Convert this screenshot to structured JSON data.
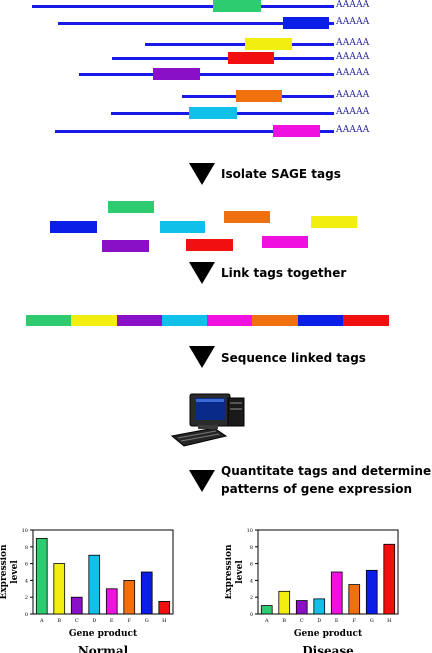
{
  "transcripts": {
    "polya": "AAAAA",
    "tags": [
      {
        "color": "#2ecc71",
        "name": "tag-green"
      },
      {
        "color": "#0a1ee8",
        "name": "tag-blue"
      },
      {
        "color": "#f2ee10",
        "name": "tag-yellow"
      },
      {
        "color": "#f01010",
        "name": "tag-red"
      },
      {
        "color": "#8a10c8",
        "name": "tag-purple"
      },
      {
        "color": "#f07010",
        "name": "tag-orange"
      },
      {
        "color": "#10c0e8",
        "name": "tag-cyan"
      },
      {
        "color": "#f010e0",
        "name": "tag-magenta"
      }
    ]
  },
  "steps": {
    "isolate": "Isolate SAGE tags",
    "link": "Link tags together",
    "sequence": "Sequence linked tags",
    "quantitate_line1": "Quantitate tags and determine",
    "quantitate_line2": "patterns of gene expression"
  },
  "chart_data": [
    {
      "type": "bar",
      "title": "Normal",
      "xlabel": "Gene product",
      "ylabel": "Expression level",
      "ylim": [
        0,
        10
      ],
      "yticks": [
        "0",
        "2",
        "4",
        "6",
        "8",
        "10"
      ],
      "categories": [
        "A",
        "B",
        "C",
        "D",
        "E",
        "F",
        "G",
        "H"
      ],
      "values": [
        9,
        6,
        2,
        7,
        3,
        4,
        5,
        1.5
      ],
      "colors": [
        "#2ecc71",
        "#f2ee10",
        "#8a10c8",
        "#10c0e8",
        "#f010e0",
        "#f07010",
        "#0a1ee8",
        "#f01010"
      ],
      "grid": false
    },
    {
      "type": "bar",
      "title": "Disease",
      "xlabel": "Gene product",
      "ylabel": "Expression level",
      "ylim": [
        0,
        10
      ],
      "yticks": [
        "0",
        "2",
        "4",
        "6",
        "8",
        "10"
      ],
      "categories": [
        "A",
        "B",
        "C",
        "D",
        "E",
        "F",
        "G",
        "H"
      ],
      "values": [
        1,
        2.7,
        1.6,
        1.8,
        5,
        3.5,
        5.2,
        8.3
      ],
      "colors": [
        "#2ecc71",
        "#f2ee10",
        "#8a10c8",
        "#10c0e8",
        "#f010e0",
        "#f07010",
        "#0a1ee8",
        "#f01010"
      ],
      "grid": false
    }
  ]
}
